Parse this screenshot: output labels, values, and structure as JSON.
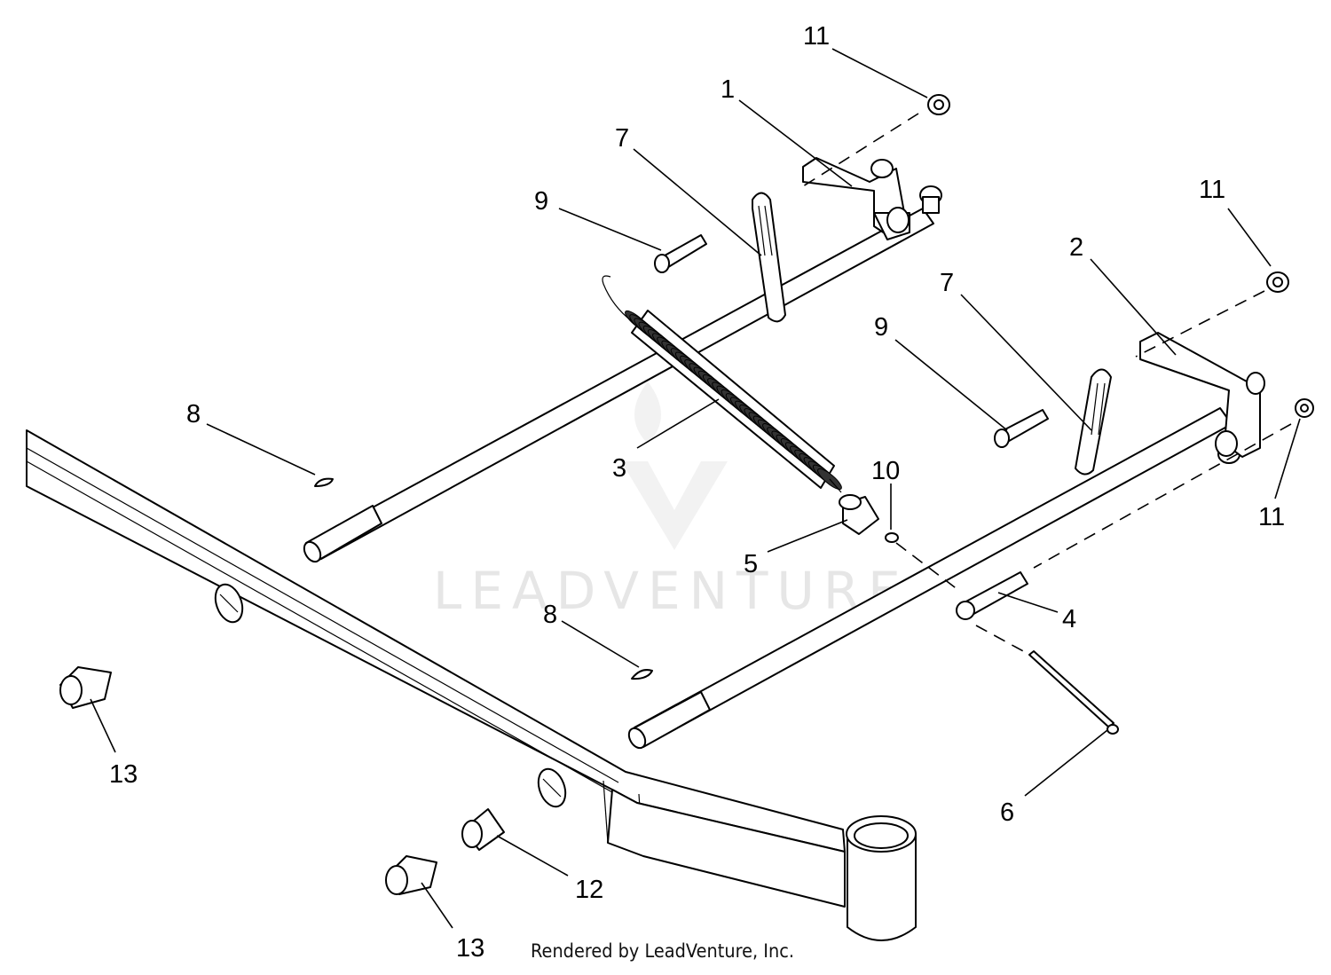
{
  "diagram": {
    "watermark_text": "LEADVENTURE",
    "credit": "Rendered by LeadVenture, Inc.",
    "callouts": [
      {
        "id": "c11a",
        "label": "11"
      },
      {
        "id": "c1",
        "label": "1"
      },
      {
        "id": "c7a",
        "label": "7"
      },
      {
        "id": "c9a",
        "label": "9"
      },
      {
        "id": "c11b",
        "label": "11"
      },
      {
        "id": "c2",
        "label": "2"
      },
      {
        "id": "c7b",
        "label": "7"
      },
      {
        "id": "c9b",
        "label": "9"
      },
      {
        "id": "c8a",
        "label": "8"
      },
      {
        "id": "c3",
        "label": "3"
      },
      {
        "id": "c10",
        "label": "10"
      },
      {
        "id": "c11c",
        "label": "11"
      },
      {
        "id": "c5",
        "label": "5"
      },
      {
        "id": "c8b",
        "label": "8"
      },
      {
        "id": "c4",
        "label": "4"
      },
      {
        "id": "c13a",
        "label": "13"
      },
      {
        "id": "c6",
        "label": "6"
      },
      {
        "id": "c12",
        "label": "12"
      },
      {
        "id": "c13b",
        "label": "13"
      }
    ]
  }
}
